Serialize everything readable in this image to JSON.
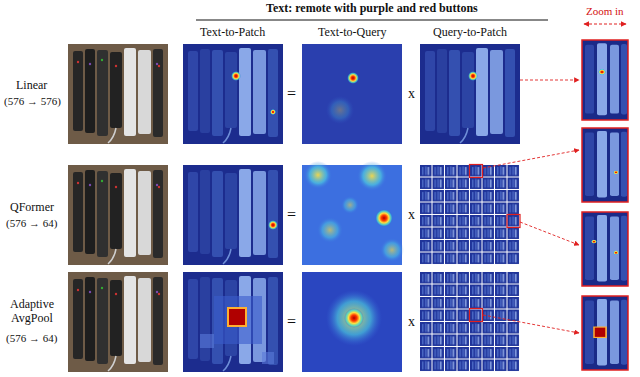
{
  "diagram": {
    "title": "Text: remote with purple and red buttons",
    "labels": [
      "Text-to-Patch",
      "Text-to-Query",
      "Query-to-Patch",
      "Zoom in",
      "Linear",
      "(576 → 576)",
      "=",
      "x",
      "QFormer",
      "(576 → 64)",
      "=",
      "x",
      "Adaptive AvgPool",
      "(576 → 64)",
      "=",
      "x"
    ]
  }
}
